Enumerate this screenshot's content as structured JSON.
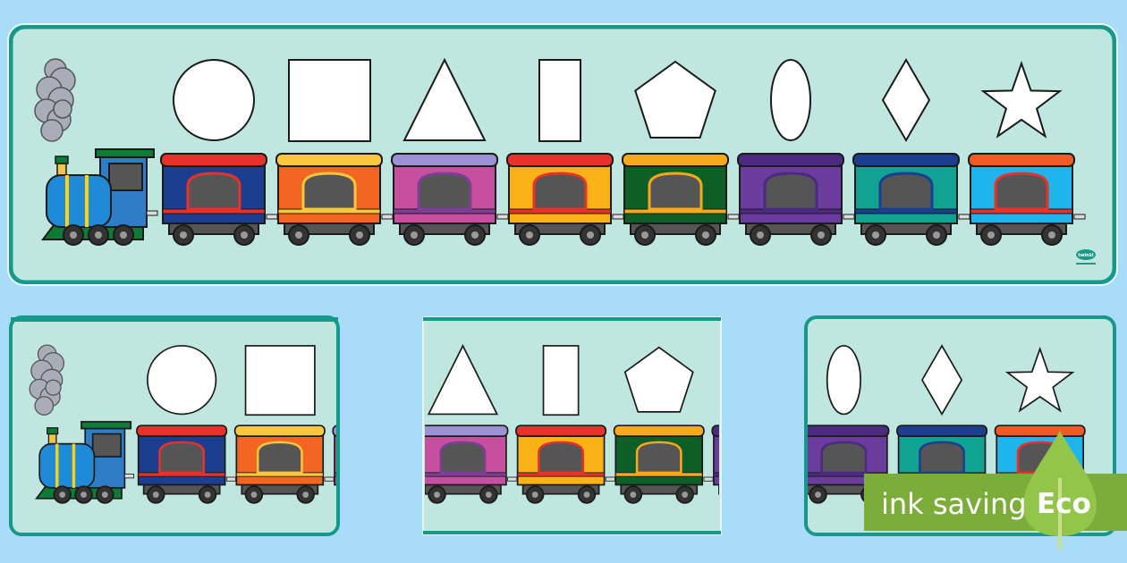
{
  "colors": {
    "page_background": "#a9dcf8",
    "panel_fill": "#bfe6df",
    "panel_border": "#16998a",
    "eco_band": "#7cad3b",
    "eco_leaf": "#93c54b"
  },
  "shapes": [
    "circle",
    "square",
    "triangle",
    "rectangle",
    "pentagon",
    "oval",
    "diamond",
    "star"
  ],
  "carriages": [
    {
      "body": "#1b3f8e",
      "roof": "#e8312a",
      "trim": "#e8312a"
    },
    {
      "body": "#f26522",
      "roof": "#f9c73b",
      "trim": "#f9c73b"
    },
    {
      "body": "#c64f9f",
      "roof": "#9c90d6",
      "trim": "#7d3f96"
    },
    {
      "body": "#fbb217",
      "roof": "#e8312a",
      "trim": "#e8312a"
    },
    {
      "body": "#0e5e27",
      "roof": "#f7a81b",
      "trim": "#f7a81b"
    },
    {
      "body": "#6b3c9c",
      "roof": "#4b2a80",
      "trim": "#4b2a80"
    },
    {
      "body": "#10a293",
      "roof": "#1b3f8e",
      "trim": "#1b3f8e"
    },
    {
      "body": "#20b4ec",
      "roof": "#f15a24",
      "trim": "#e8312a"
    }
  ],
  "logo": {
    "text": "twinkl"
  },
  "eco_badge": {
    "label": "ink saving",
    "eco": "Eco"
  }
}
